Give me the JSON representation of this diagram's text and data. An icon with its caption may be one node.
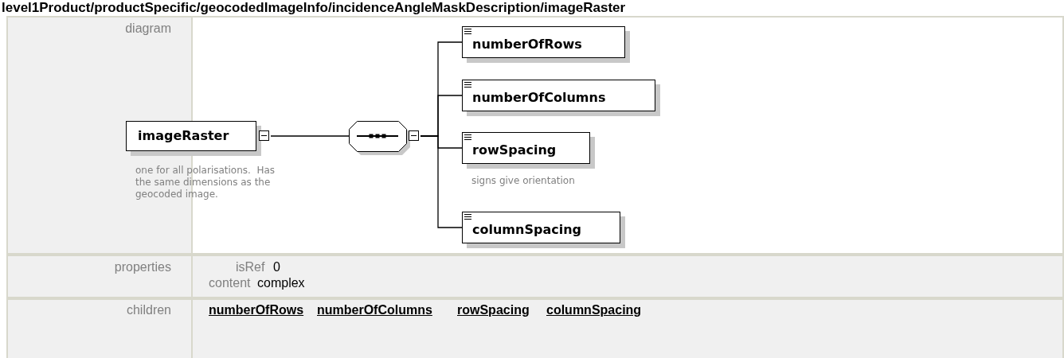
{
  "diagram": {
    "title": "level1Product/productSpecific/geocodedImageInfo/incidenceAngleMaskDescription/imageRaster",
    "nodes": [
      {
        "text": [
          "imageRaster"
        ],
        "beside": [
          "one for all polarisations.  Has the same dimensions as the geocoded image."
        ]
      },
      {
        "text": [],
        "shape": "octagon"
      },
      {
        "text": [
          "numberOfRows"
        ]
      },
      {
        "text": [
          "numberOfColumns"
        ]
      },
      {
        "text": [
          "rowSpacing"
        ],
        "beside": [
          "signs give orientation"
        ]
      },
      {
        "text": [
          "columnSpacing"
        ]
      }
    ],
    "edges": [
      {
        "from": 0,
        "to": 1,
        "arrow": "none"
      },
      {
        "from": 1,
        "to": 2,
        "arrow": "none"
      },
      {
        "from": 1,
        "to": 3,
        "arrow": "none"
      },
      {
        "from": 1,
        "to": 4,
        "arrow": "none"
      },
      {
        "from": 1,
        "to": 5,
        "arrow": "none"
      }
    ],
    "labels": [
      "diagram",
      "properties",
      "isRef",
      "0",
      "content",
      "complex",
      "children",
      "numberOfRows",
      "numberOfColumns",
      "rowSpacing",
      "columnSpacing"
    ]
  }
}
